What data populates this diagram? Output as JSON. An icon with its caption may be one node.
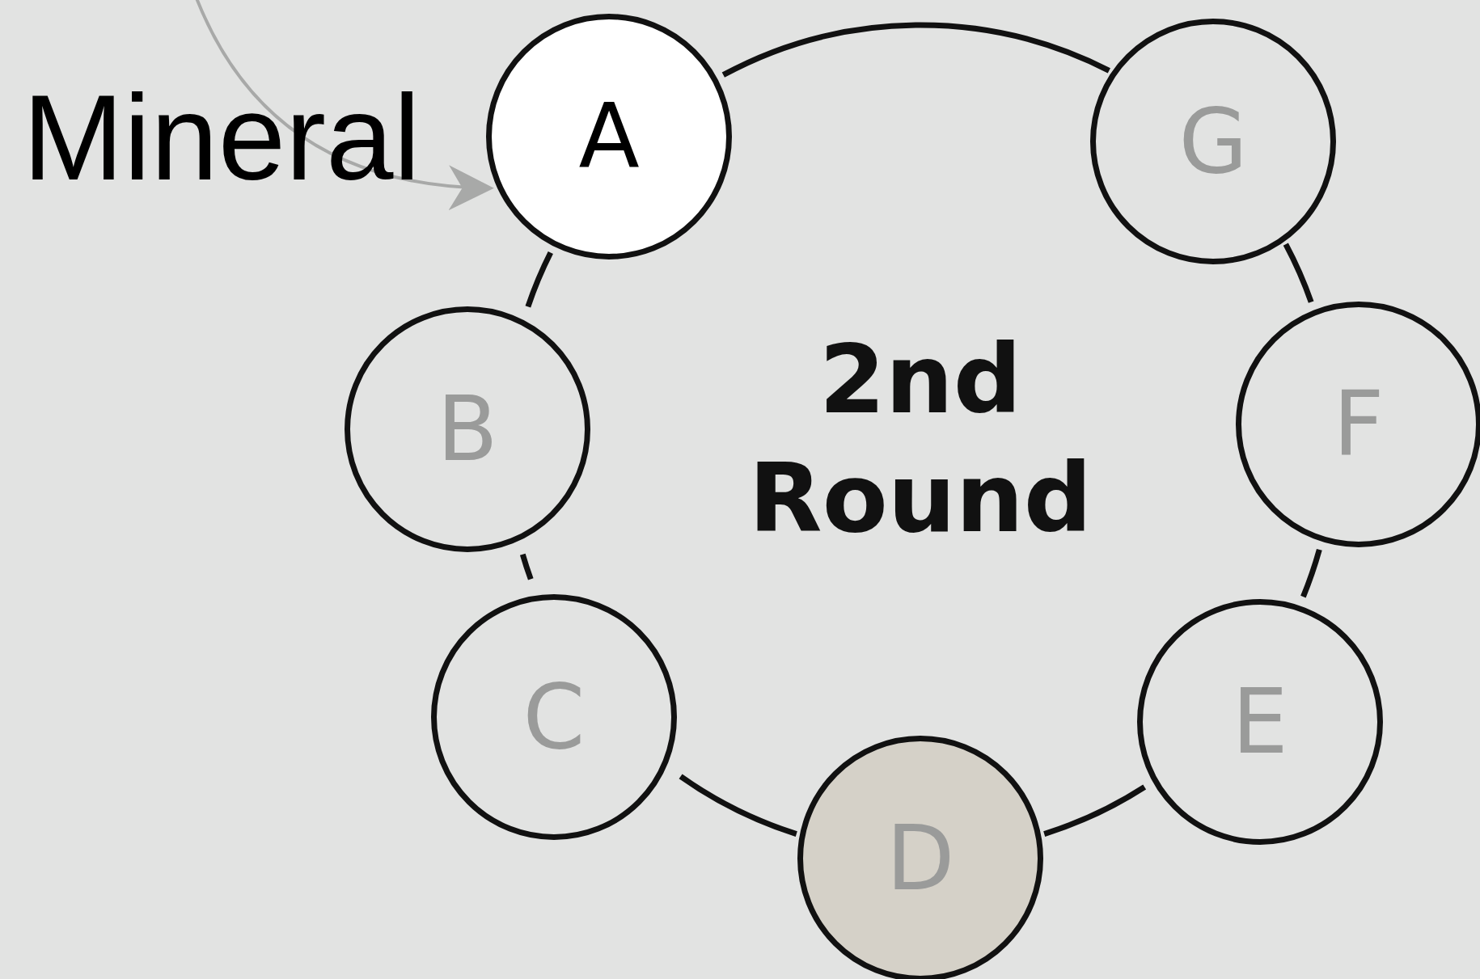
{
  "diagram": {
    "nodes": [
      {
        "text": [
          "2nd Round"
        ]
      },
      {
        "text": [
          "A"
        ]
      },
      {
        "text": [
          "B"
        ]
      },
      {
        "text": [
          "C"
        ]
      },
      {
        "text": [
          "D"
        ]
      },
      {
        "text": [
          "E"
        ]
      },
      {
        "text": [
          "F"
        ]
      },
      {
        "text": [
          "G"
        ]
      }
    ],
    "edges": [
      {
        "from": null,
        "to": 1,
        "arrow": "to",
        "label": "Mineral",
        "color": "#a8a9a8"
      }
    ]
  }
}
